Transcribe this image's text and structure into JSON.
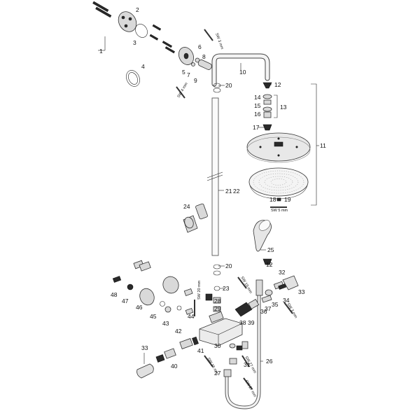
{
  "labels": {
    "p1": "1",
    "p2": "2",
    "p3": "3",
    "p4": "4",
    "p5": "5",
    "p6": "6",
    "p7": "7",
    "p8": "8",
    "p9": "9",
    "p10": "10",
    "p11": "11",
    "p12a": "12",
    "p12b": "12",
    "p13": "13",
    "p14": "14",
    "p15": "15",
    "p16": "16",
    "p17": "17",
    "p18": "18",
    "p19": "19",
    "p20a": "20",
    "p20b": "20",
    "p21": "21",
    "p22": "22",
    "p23": "23",
    "p24": "24",
    "p25": "25",
    "p26": "26",
    "p27": "27",
    "p28": "28",
    "p29": "29",
    "p30": "30",
    "p31": "31",
    "p32": "32",
    "p33a": "33",
    "p33b": "33",
    "p34": "34",
    "p35": "35",
    "p36": "36",
    "p37": "37",
    "p38": "38",
    "p39": "39",
    "p40": "40",
    "p41": "41",
    "p42": "42",
    "p43": "43",
    "p44": "44",
    "p45": "45",
    "p46": "46",
    "p47": "47",
    "p48": "48"
  },
  "wrench_sizes": {
    "sw1": "SW 3 mm",
    "sw2": "SW 4 mm",
    "sw3": "SW 5 mm",
    "sw4": "SW 20 mm",
    "sw5": "SW 19 mm",
    "sw6": "SW 16 mm",
    "sw7": "SW 27 mm",
    "sw8": "SW 3 mm",
    "sw9": "SW 27 mm"
  }
}
